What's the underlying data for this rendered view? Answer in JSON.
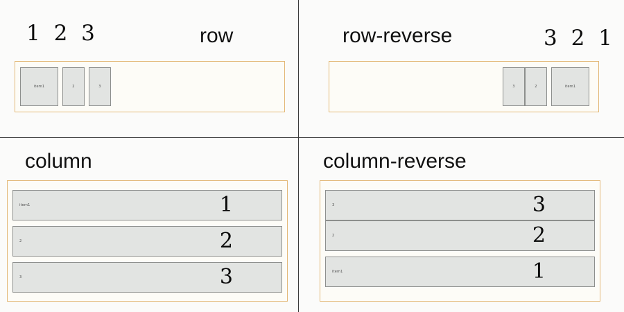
{
  "page": {
    "background_color": "#fbfbfa",
    "divider_color": "#3b3b3b",
    "container_border_color": "#e3b877",
    "container_fill_color": "#fdfcf7",
    "item_fill_color": "#e2e4e2",
    "item_border_color": "#8d8f8d",
    "text_color": "#0a0a0a"
  },
  "panels": [
    {
      "id": "row",
      "title": "row",
      "order_numbers": "1 2 3",
      "title_side": "right",
      "items": [
        {
          "label": "item1",
          "number": "1",
          "width": "wide"
        },
        {
          "label": "2",
          "number": "2",
          "width": "narrow"
        },
        {
          "label": "3",
          "number": "3",
          "width": "narrow"
        }
      ]
    },
    {
      "id": "row-reverse",
      "title": "row-reverse",
      "order_numbers": "3 2 1",
      "title_side": "left",
      "items": [
        {
          "label": "item1",
          "number": "1",
          "width": "wide"
        },
        {
          "label": "2",
          "number": "2",
          "width": "narrow"
        },
        {
          "label": "3",
          "number": "3",
          "width": "narrow"
        }
      ]
    },
    {
      "id": "column",
      "title": "column",
      "order_numbers": "",
      "title_side": "left",
      "items": [
        {
          "label": "item1",
          "number": "1"
        },
        {
          "label": "2",
          "number": "2"
        },
        {
          "label": "3",
          "number": "3"
        }
      ]
    },
    {
      "id": "column-reverse",
      "title": "column-reverse",
      "order_numbers": "",
      "title_side": "left",
      "items": [
        {
          "label": "item1",
          "number": "1"
        },
        {
          "label": "2",
          "number": "2"
        },
        {
          "label": "3",
          "number": "3"
        }
      ]
    }
  ]
}
